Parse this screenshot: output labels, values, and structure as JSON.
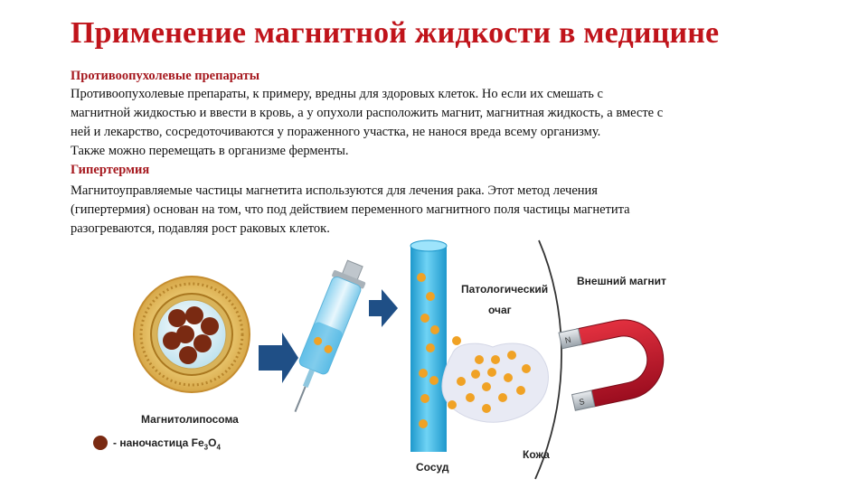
{
  "slide": {
    "title": "Применение магнитной жидкости в медицине",
    "section1": {
      "heading": "Противоопухолевые препараты",
      "lines": [
        "Противоопухолевые препараты, к примеру, вредны для здоровых клеток. Но если их смешать с",
        "магнитной жидкостью и ввести в кровь, а у опухоли расположить магнит, магнитная жидкость, а вместе с",
        "ней и лекарство, сосредоточиваются у пораженного участка, не нанося вреда всему организму.",
        "Также можно перемещать в организме ферменты."
      ]
    },
    "section2": {
      "heading": "Гипертермия",
      "lines": [
        "Магнитоуправляемые частицы магнетита используются для лечения рака. Этот метод лечения",
        "(гипертермия) основан на том, что под действием переменного магнитного поля частицы магнетита",
        "разогреваются, подавляя рост раковых клеток."
      ]
    }
  },
  "figure": {
    "liposome_label": "Магнитолипосома",
    "legend_text": "-  наночастица Fe",
    "legend_sub1": "3",
    "legend_o": "O",
    "legend_sub2": "4",
    "focus_label_line1": "Патологический",
    "focus_label_line2": "очаг",
    "magnet_label": "Внешний магнит",
    "vessel_label": "Сосуд",
    "skin_label": "Кожа",
    "colors": {
      "title": "#c0141b",
      "heading": "#a6191f",
      "particle": "#f0a225",
      "liposome_particle": "#7a2a12",
      "arrow": "#1f4f86",
      "vessel": "#33b7e6",
      "magnet": "#c8102e"
    }
  }
}
